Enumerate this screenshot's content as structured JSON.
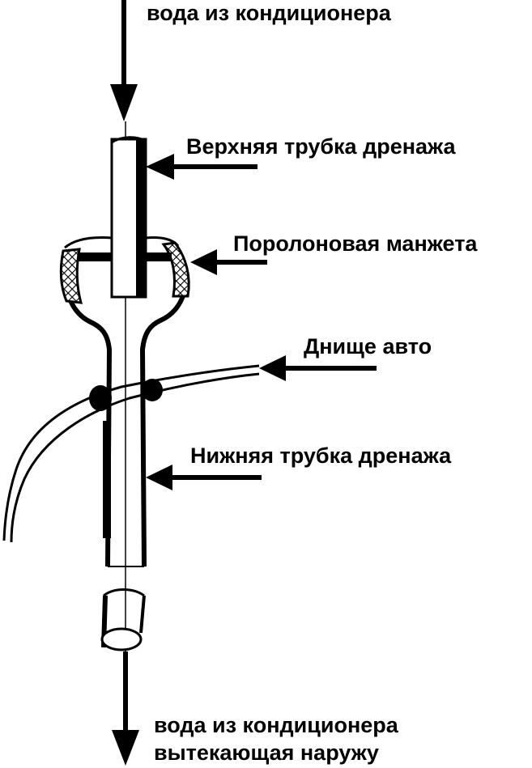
{
  "labels": {
    "water_in": "вода из кондиционера",
    "upper_tube": "Верхняя трубка дренажа",
    "foam_cuff": "Поролоновая манжета",
    "car_bottom": "Днище авто",
    "lower_tube": "Нижняя трубка дренажа",
    "water_out_line1": "вода из кондиционера",
    "water_out_line2": "вытекающая наружу"
  },
  "colors": {
    "ink": "#000000",
    "paper": "#ffffff"
  }
}
